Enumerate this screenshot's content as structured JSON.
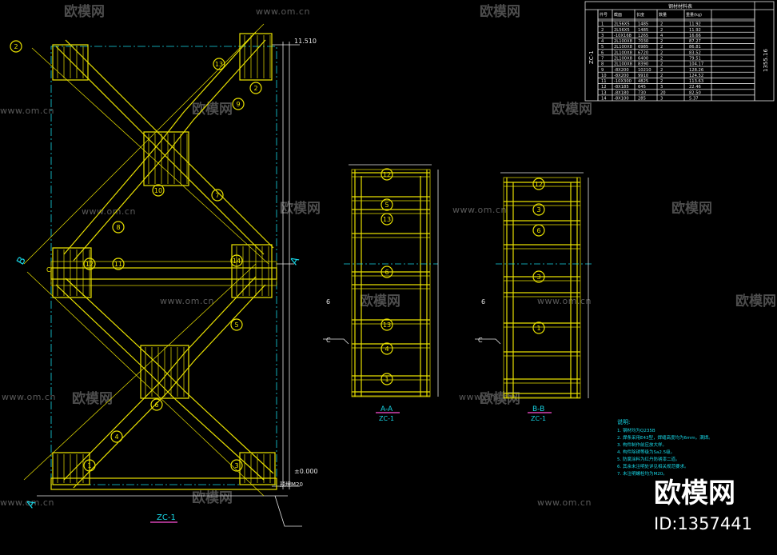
{
  "watermark": {
    "site": "www.om.cn",
    "brand": "欧模网"
  },
  "elevation": {
    "top_level": "11.510",
    "base_level": "±0.000",
    "side_dim": "1355.16",
    "axis_a": "A",
    "axis_b": "B",
    "section_tag": "C",
    "title": "ZC-1",
    "base_note": "预埋M20",
    "markers": [
      "1",
      "2",
      "3",
      "4",
      "5",
      "6",
      "7",
      "8",
      "9",
      "10",
      "11",
      "12",
      "13"
    ]
  },
  "section_aa": {
    "title": "A-A",
    "sub": "ZC-1",
    "markers": [
      "12",
      "5",
      "13",
      "6",
      "13",
      "4",
      "1"
    ],
    "label": "6",
    "tag": "C"
  },
  "section_bb": {
    "title": "B-B",
    "sub": "ZC-1",
    "markers": [
      "12",
      "3",
      "6",
      "3",
      "1"
    ],
    "label": "6",
    "tag": "C"
  },
  "table": {
    "title": "钢材材料表",
    "side_label": "ZC-1",
    "right_label": "1355.16",
    "headers": [
      "件号",
      "截面",
      "长度",
      "数量",
      "重量(kg)"
    ],
    "rows": [
      [
        "1",
        "2L56X5",
        "1485",
        "2",
        "11.92"
      ],
      [
        "2",
        "2L56X5",
        "1485",
        "2",
        "11.92"
      ],
      [
        "3",
        "-10X168",
        "1265",
        "4",
        "16.66"
      ],
      [
        "4",
        "2L100X8",
        "7030",
        "2",
        "87.27"
      ],
      [
        "5",
        "2L100X8",
        "6985",
        "2",
        "86.81"
      ],
      [
        "6",
        "2L100X8",
        "6720",
        "2",
        "83.52"
      ],
      [
        "7",
        "2L100X8",
        "6400",
        "2",
        "79.51"
      ],
      [
        "8",
        "2L100X8",
        "8390",
        "2",
        "104.17"
      ],
      [
        "9",
        "-8X200",
        "10210",
        "2",
        "128.26"
      ],
      [
        "10",
        "-8X200",
        "9910",
        "2",
        "124.52"
      ],
      [
        "11",
        "-10X300",
        "4825",
        "2",
        "113.63"
      ],
      [
        "12",
        "-8X185",
        "645",
        "3",
        "22.46"
      ],
      [
        "13",
        "-8X180",
        "730",
        "20",
        "82.50"
      ],
      [
        "14",
        "-8X100",
        "285",
        "3",
        "5.37"
      ]
    ]
  },
  "notes": {
    "title": "说明:",
    "lines": [
      "1. 钢材均为Q235B",
      "2. 焊条采用E43型，焊缝高度均为6mm，满焊。",
      "3. 构件制作前应放大样。",
      "4. 构件除锈等级为Sa2.5级。",
      "5. 防腐涂料为红丹防锈漆二道。",
      "6. 其余未注明处详见相关规范要求。",
      "7. 未注明螺栓均为M20。"
    ]
  },
  "corner": {
    "brand": "欧模网",
    "id": "ID:1357441"
  }
}
